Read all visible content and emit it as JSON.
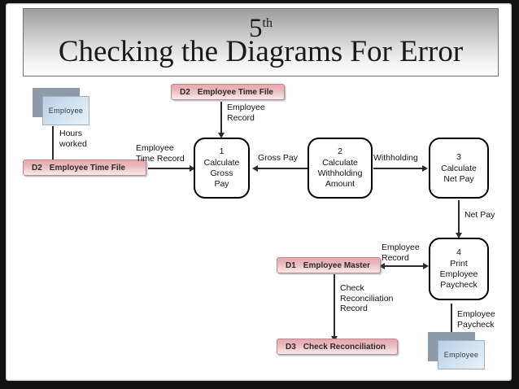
{
  "slide": {
    "title_number": "5",
    "title_ordinal": "th",
    "title_text": "Checking the Diagrams For Error",
    "banner_gradient_top": "#9d9d9d",
    "banner_gradient_bottom": "#fdfdfd",
    "frame_color": "#111111",
    "page_background": "#ffffff"
  },
  "theme": {
    "store_fill": "#e7a9ae",
    "store_border": "#b9898c",
    "entity_fill": "#b9cde3",
    "entity_shadow": "#8d9aa8",
    "process_border": "#000000",
    "arrow_color": "#2b2b2b"
  },
  "diagram": {
    "type": "data-flow-diagram",
    "entities": [
      {
        "id": "entity-employee-source",
        "label": "Employee"
      },
      {
        "id": "entity-employee-sink",
        "label": "Employee"
      }
    ],
    "data_stores": [
      {
        "id": "D2-top",
        "code": "D2",
        "label": "Employee Time File"
      },
      {
        "id": "D2-left",
        "code": "D2",
        "label": "Employee Time File"
      },
      {
        "id": "D1",
        "code": "D1",
        "label": "Employee Master"
      },
      {
        "id": "D3",
        "code": "D3",
        "label": "Check Reconciliation"
      }
    ],
    "processes": [
      {
        "number": "1",
        "lines": [
          "Calculate",
          "Gross",
          "Pay"
        ]
      },
      {
        "number": "2",
        "lines": [
          "Calculate",
          "Withholding",
          "Amount"
        ]
      },
      {
        "number": "3",
        "lines": [
          "Calculate",
          "Net Pay"
        ]
      },
      {
        "number": "4",
        "lines": [
          "Print",
          "Employee",
          "Paycheck"
        ]
      }
    ],
    "flows": [
      {
        "id": "flow-hours-worked",
        "lines": [
          "Hours",
          "worked"
        ],
        "direction": "down"
      },
      {
        "id": "flow-employee-record-1",
        "lines": [
          "Employee",
          "Record"
        ],
        "direction": "down"
      },
      {
        "id": "flow-employee-time-rec",
        "lines": [
          "Employee",
          "Time Record"
        ],
        "direction": "right"
      },
      {
        "id": "flow-gross-pay",
        "lines": [
          "Gross Pay"
        ],
        "direction": "left"
      },
      {
        "id": "flow-withholding",
        "lines": [
          "Withholding"
        ],
        "direction": "right"
      },
      {
        "id": "flow-net-pay",
        "lines": [
          "Net Pay"
        ],
        "direction": "down"
      },
      {
        "id": "flow-employee-record-2",
        "lines": [
          "Employee",
          "Record"
        ],
        "direction": "both"
      },
      {
        "id": "flow-check-recon-rec",
        "lines": [
          "Check",
          "Reconciliation",
          "Record"
        ],
        "direction": "down"
      },
      {
        "id": "flow-employee-paycheck",
        "lines": [
          "Employee",
          "Paycheck"
        ],
        "direction": "down"
      }
    ]
  }
}
